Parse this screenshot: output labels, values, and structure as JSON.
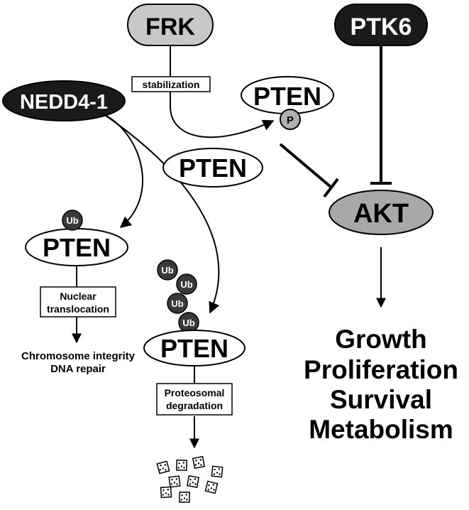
{
  "nodes": {
    "frk": "FRK",
    "ptk6": "PTK6",
    "nedd4": "NEDD4-1",
    "pten_phos": "PTEN",
    "phospho": "P",
    "pten_free": "PTEN",
    "akt": "AKT",
    "pten_mono": "PTEN",
    "pten_poly": "PTEN",
    "ub": "Ub"
  },
  "labels": {
    "stabilization": "stabilization",
    "nuclear_line1": "Nuclear",
    "nuclear_line2": "translocation",
    "proteo_line1": "Proteosomal",
    "proteo_line2": "degradation"
  },
  "outcomes": {
    "nuclear_line1": "Chromosome integrity",
    "nuclear_line2": "DNA repair",
    "akt_effects": [
      "Growth",
      "Proliferation",
      "Survival",
      "Metabolism"
    ]
  },
  "colors": {
    "frk_fill": "#c8c8c8",
    "akt_fill": "#a8a8a8",
    "dark_fill": "#1a1a1a",
    "ub_fill": "#3a3a3a",
    "p_fill": "#b0b0b0",
    "line": "#000000"
  }
}
